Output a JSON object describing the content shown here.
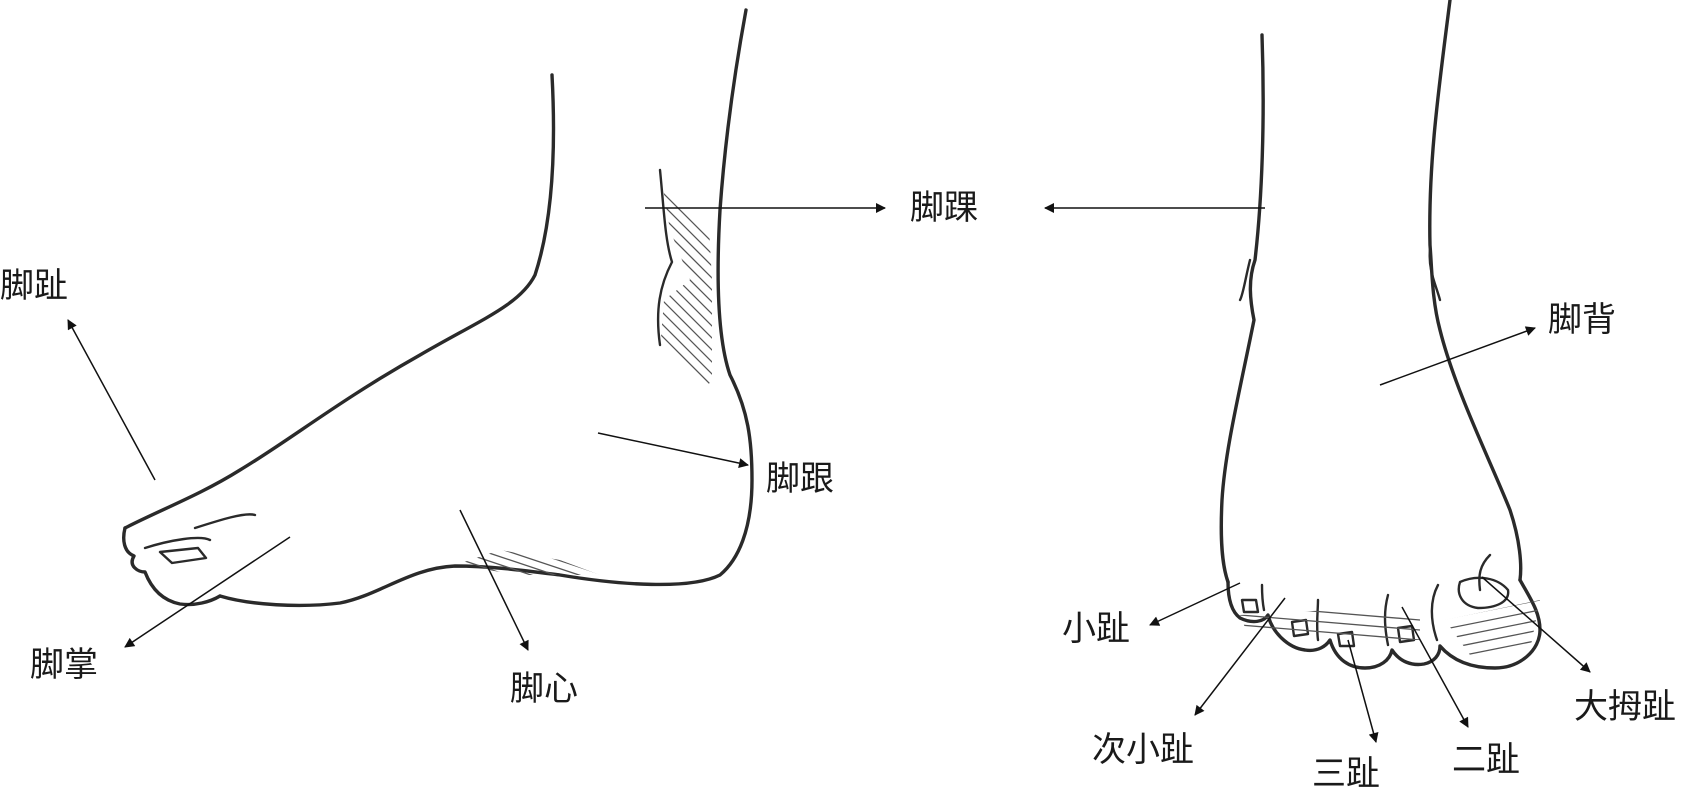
{
  "labels": {
    "toes": "脚趾",
    "ankle": "脚踝",
    "heel": "脚跟",
    "ball": "脚掌",
    "arch": "脚心",
    "instep": "脚背",
    "little_toe": "小趾",
    "fourth_toe": "次小趾",
    "third_toe": "三趾",
    "second_toe": "二趾",
    "big_toe": "大拇趾"
  },
  "colors": {
    "line": "#2a2a2a",
    "text": "#1a1a1a",
    "background": "#ffffff"
  }
}
